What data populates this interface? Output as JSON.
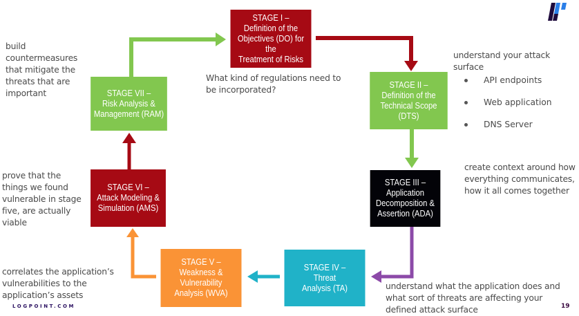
{
  "stages": [
    {
      "id": "I",
      "lines": [
        "STAGE I –",
        "Definition of the",
        "Objectives (DO) for the",
        "Treatment of Risks"
      ],
      "color": "#a60a14"
    },
    {
      "id": "II",
      "lines": [
        "STAGE II –",
        "Definition of the",
        "Technical Scope (DTS)"
      ],
      "color": "#82c74f"
    },
    {
      "id": "III",
      "lines": [
        "STAGE III –",
        "Application",
        "Decomposition &",
        "Assertion (ADA)"
      ],
      "color": "#030308"
    },
    {
      "id": "IV",
      "lines": [
        "STAGE IV –",
        "Threat",
        "Analysis (TA)"
      ],
      "color": "#20b2c8"
    },
    {
      "id": "V",
      "lines": [
        "STAGE V –",
        "Weakness &",
        "Vulnerability",
        "Analysis (WVA)"
      ],
      "color": "#fa9336"
    },
    {
      "id": "VI",
      "lines": [
        "STAGE VI –",
        "Attack Modeling &",
        "Simulation (AMS)"
      ],
      "color": "#a60a14"
    },
    {
      "id": "VII",
      "lines": [
        "STAGE VII –",
        "Risk Analysis &",
        "Management (RAM)"
      ],
      "color": "#82c74f"
    }
  ],
  "notes": {
    "build": [
      "build",
      "countermeasures",
      "that mitigate the",
      "threats that are",
      "important"
    ],
    "prove": [
      "prove that the",
      "things we found",
      "vulnerable in stage",
      "five, are actually",
      "viable"
    ],
    "correlates": [
      "correlates the application’s",
      "vulnerabilities to the",
      "application’s assets"
    ],
    "regulations": [
      "What kind of regulations need to",
      "be incorporated?"
    ],
    "surface": [
      "understand your attack surface"
    ],
    "context": [
      "create context around how",
      "everything communicates,",
      "how it all comes together"
    ],
    "understand": [
      "understand what the application does and",
      "what sort of threats are affecting your",
      "defined attack surface"
    ]
  },
  "surface_bullets": [
    "API endpoints",
    "Web application",
    "DNS Server"
  ],
  "arrow_colors": {
    "i_to_ii": "#a60a14",
    "ii_to_iii": "#82c74f",
    "iii_to_iv": "#8c4aa8",
    "iv_to_v": "#20b2c8",
    "v_to_vi": "#fa9336",
    "vi_to_vii": "#a60a14",
    "vii_to_i": "#82c74f"
  },
  "footer": {
    "brand": "LOGPOINT.COM",
    "page_number": "19"
  },
  "logo": {
    "name": "logpoint-logo",
    "colors": [
      "#1e0a3c",
      "#2b7fe8"
    ]
  }
}
